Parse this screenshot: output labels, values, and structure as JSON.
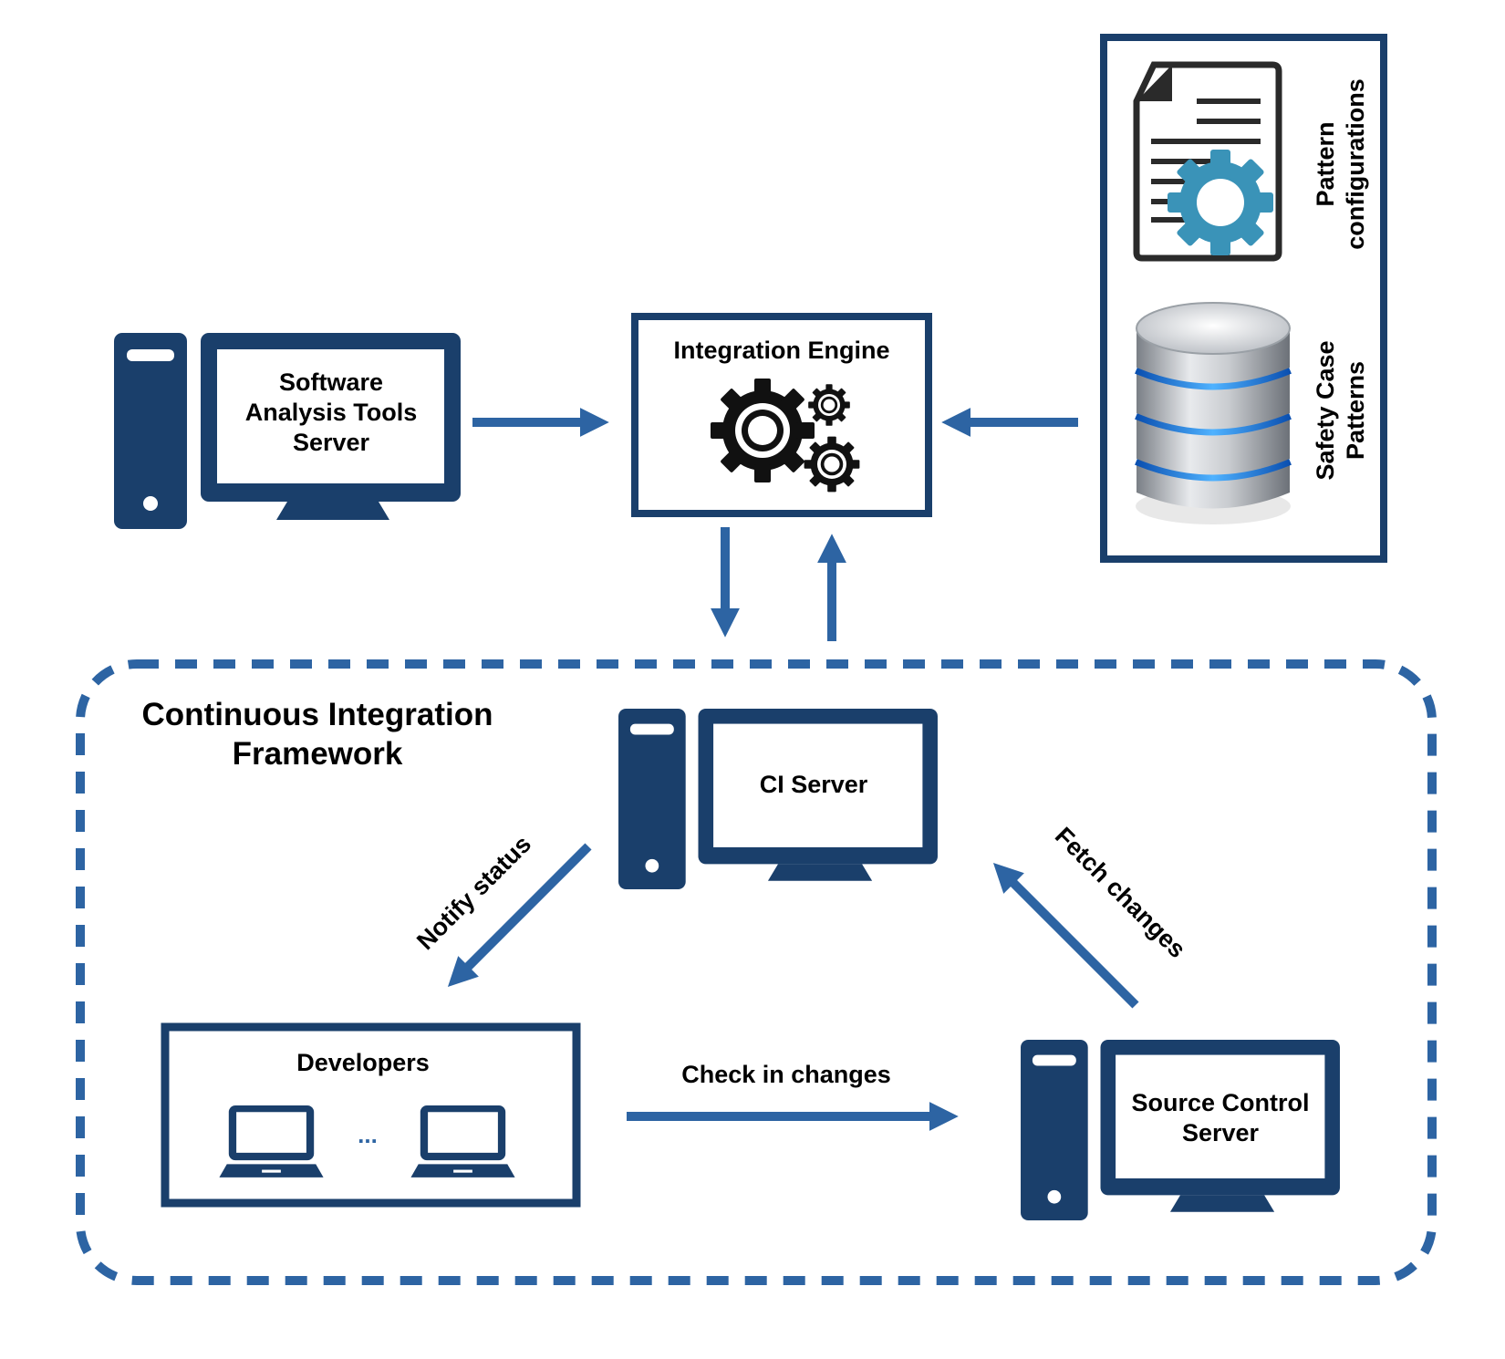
{
  "colors": {
    "dark_navy": "#1a3f6b",
    "arrow_blue": "#2d64a3",
    "gear_teal": "#3a93b8",
    "glow_blue": "#1e88ff"
  },
  "icons": {
    "desktop": "desktop-computer-icon",
    "laptop": "laptop-icon",
    "gears": "gears-icon",
    "document_gear": "document-gear-icon",
    "database": "database-icon"
  },
  "nodes": {
    "analysis_server": {
      "line1": "Software",
      "line2": "Analysis Tools",
      "line3": "Server"
    },
    "integration_engine": {
      "label": "Integration Engine"
    },
    "patterns_store": {
      "pattern_configurations_line1": "Pattern",
      "pattern_configurations_line2": "configurations",
      "safety_line1": "Safety Case",
      "safety_line2": "Patterns"
    },
    "ci_framework": {
      "line1": "Continuous Integration",
      "line2": "Framework"
    },
    "ci_server": {
      "label": "CI Server"
    },
    "developers": {
      "label": "Developers",
      "ellipsis": "..."
    },
    "source_control": {
      "line1": "Source Control",
      "line2": "Server"
    }
  },
  "edges": {
    "notify_status": "Notify status",
    "fetch_changes": "Fetch changes",
    "check_in_changes": "Check in changes"
  }
}
